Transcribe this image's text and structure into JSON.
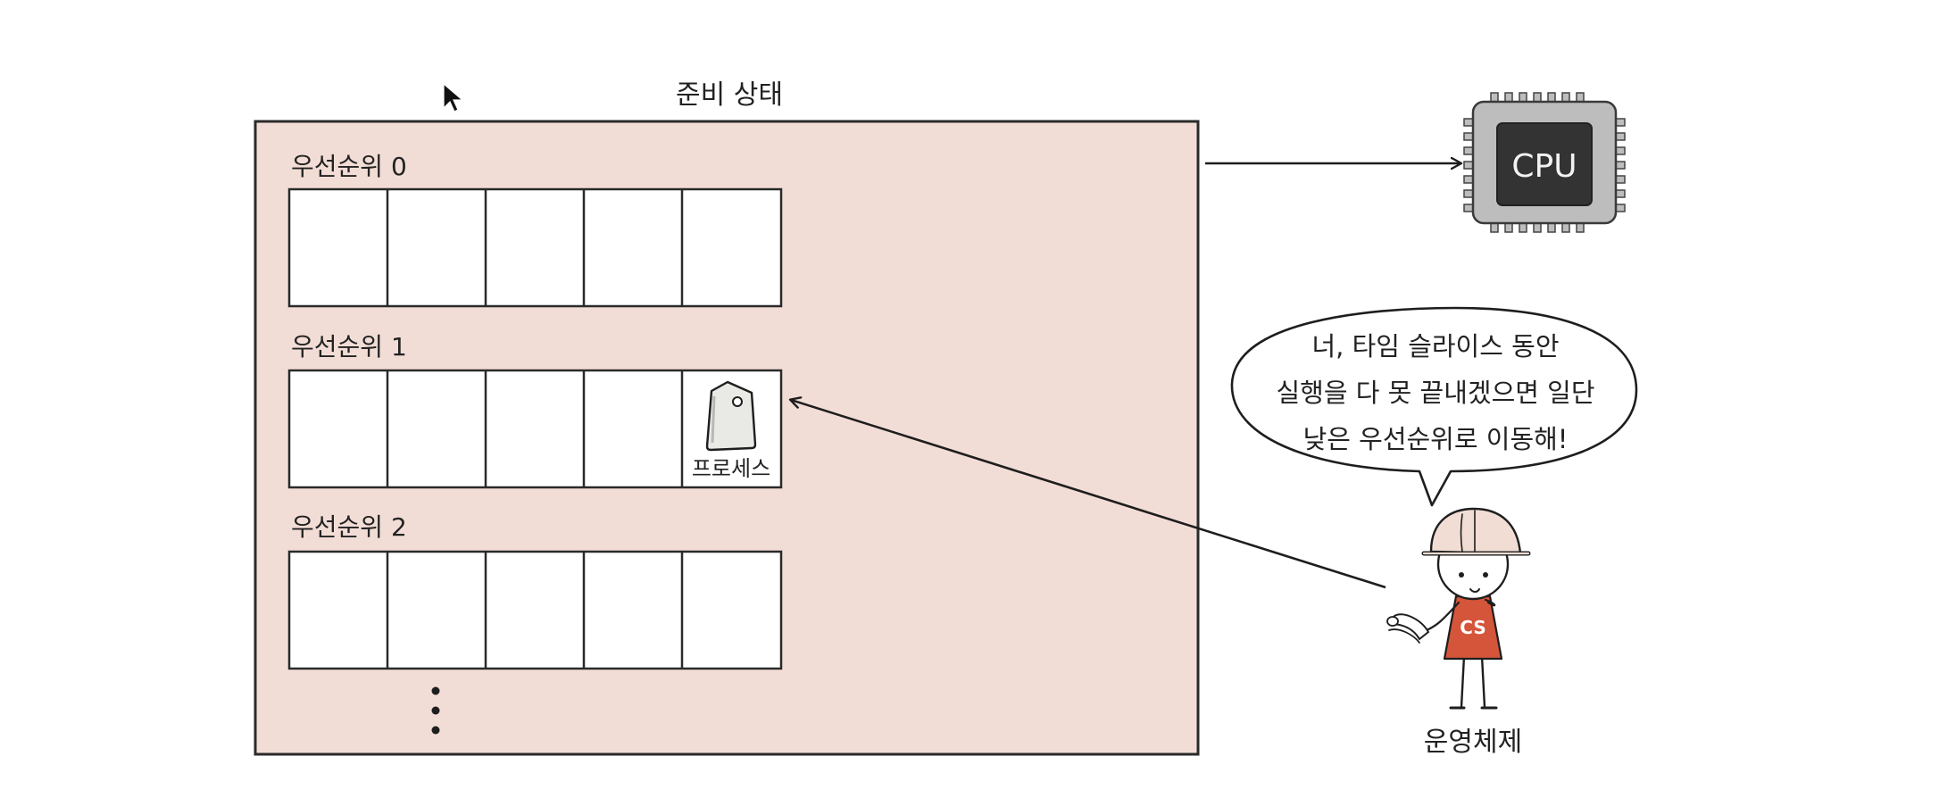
{
  "ready_state": {
    "title": "준비 상태",
    "queues": [
      {
        "label": "우선순위 0",
        "slots": 5,
        "has_process": false
      },
      {
        "label": "우선순위 1",
        "slots": 5,
        "has_process": true
      },
      {
        "label": "우선순위 2",
        "slots": 5,
        "has_process": false
      }
    ],
    "process_label": "프로세스",
    "continuation": "⋮"
  },
  "cpu": {
    "label": "CPU"
  },
  "os": {
    "label": "운영체제",
    "shirt_text": "CS",
    "speech_lines": [
      "너, 타임 슬라이스 동안",
      "실행을 다 못 끝내겠으면 일단",
      "낮은 우선순위로 이동해!"
    ]
  },
  "colors": {
    "panel_fill": "#f2ddd6",
    "panel_stroke": "#2a2a2a",
    "cpu_body": "#bdbdbd",
    "cpu_core": "#333333",
    "shirt": "#d4553a",
    "helmet": "#f1ddd4"
  },
  "icons": {
    "process": "tag-icon",
    "cpu": "chip-icon",
    "os": "worker-character"
  }
}
